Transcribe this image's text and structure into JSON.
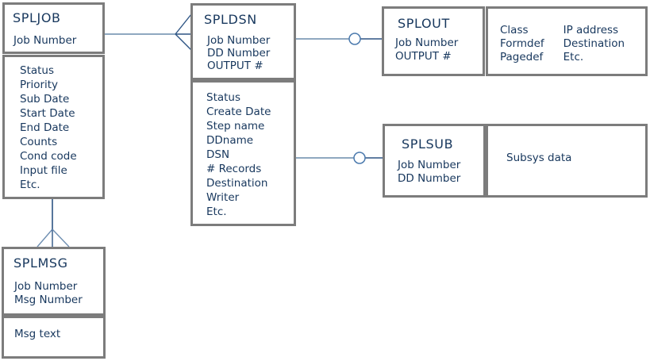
{
  "diagram": {
    "entities": {
      "spljob": {
        "title": "SPLJOB",
        "keys": [
          "Job Number"
        ],
        "attributes": [
          "Status",
          "Priority",
          "Sub Date",
          "Start Date",
          "End Date",
          "Counts",
          "Cond code",
          "Input file",
          "Etc."
        ]
      },
      "spldsn": {
        "title": "SPLDSN",
        "keys": [
          "Job Number",
          "DD Number",
          "OUTPUT #"
        ],
        "attributes": [
          "Status",
          "Create Date",
          "Step name",
          "DDname",
          "DSN",
          "# Records",
          "Destination",
          "Writer",
          "Etc."
        ]
      },
      "splout": {
        "title": "SPLOUT",
        "keys": [
          "Job Number",
          "OUTPUT #"
        ],
        "attributes_col1": [
          "Class",
          "Formdef",
          "Pagedef"
        ],
        "attributes_col2": [
          "IP address",
          "Destination",
          "Etc."
        ]
      },
      "splsub": {
        "title": "SPLSUB",
        "keys": [
          "Job Number",
          "DD Number"
        ],
        "attributes": [
          "Subsys data"
        ]
      },
      "splmsg": {
        "title": "SPLMSG",
        "keys": [
          "Job Number",
          "Msg Number"
        ],
        "attributes": [
          "Msg text"
        ]
      }
    },
    "relationships": [
      {
        "from": "SPLJOB",
        "to": "SPLDSN",
        "symbol": "crow-foot-many"
      },
      {
        "from": "SPLJOB",
        "to": "SPLMSG",
        "symbol": "crow-foot-many"
      },
      {
        "from": "SPLDSN",
        "to": "SPLOUT",
        "symbol": "optional-circle"
      },
      {
        "from": "SPLDSN",
        "to": "SPLSUB",
        "symbol": "optional-circle"
      }
    ],
    "colors": {
      "text": "#17375d",
      "border": "#7c7c7c",
      "line_light": "#8fa8c0",
      "line_dark": "#2d5484",
      "fork": "#3f6692",
      "circle_stroke": "#4a79ad"
    }
  }
}
